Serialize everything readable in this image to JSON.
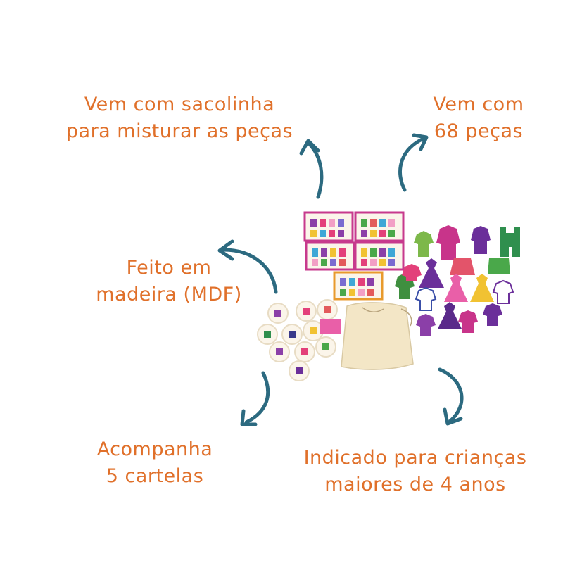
{
  "labels": {
    "bag": [
      "Vem com sacolinha",
      "para misturar as peças"
    ],
    "pieces": [
      "Vem com",
      "68 peças"
    ],
    "material": [
      "Feito em",
      "madeira (MDF)"
    ],
    "cards": [
      "Acompanha",
      "5 cartelas"
    ],
    "age": [
      "Indicado para crianças",
      "maiores de 4 anos"
    ]
  },
  "colors": {
    "text": "#e0702a",
    "arrow": "#2c6a80",
    "card_border": "#c73a8d",
    "bag": "#f3e6c6"
  }
}
